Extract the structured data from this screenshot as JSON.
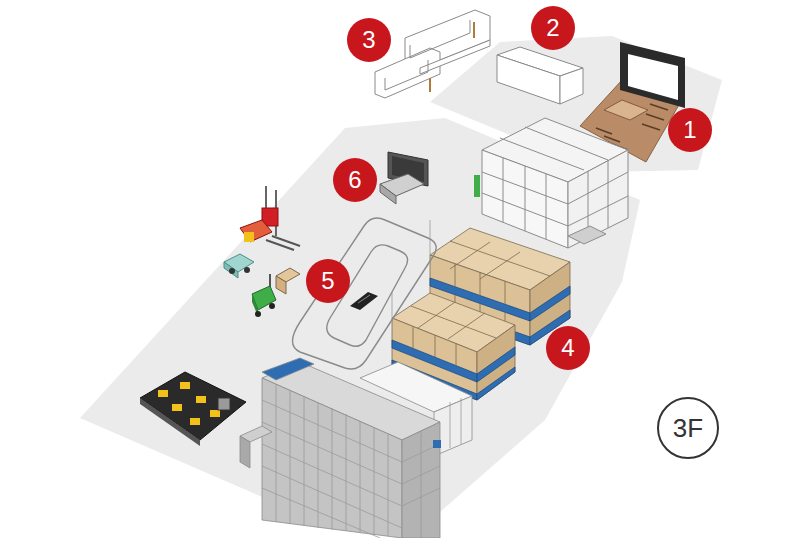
{
  "diagram": {
    "nodes": [
      {
        "text": [
          "3"
        ]
      },
      {
        "text": [
          "2"
        ]
      },
      {
        "text": [
          "1"
        ]
      },
      {
        "text": [
          "6"
        ]
      },
      {
        "text": [
          "5"
        ]
      },
      {
        "text": [
          "4"
        ]
      },
      {
        "text": [
          "3F"
        ]
      }
    ]
  }
}
